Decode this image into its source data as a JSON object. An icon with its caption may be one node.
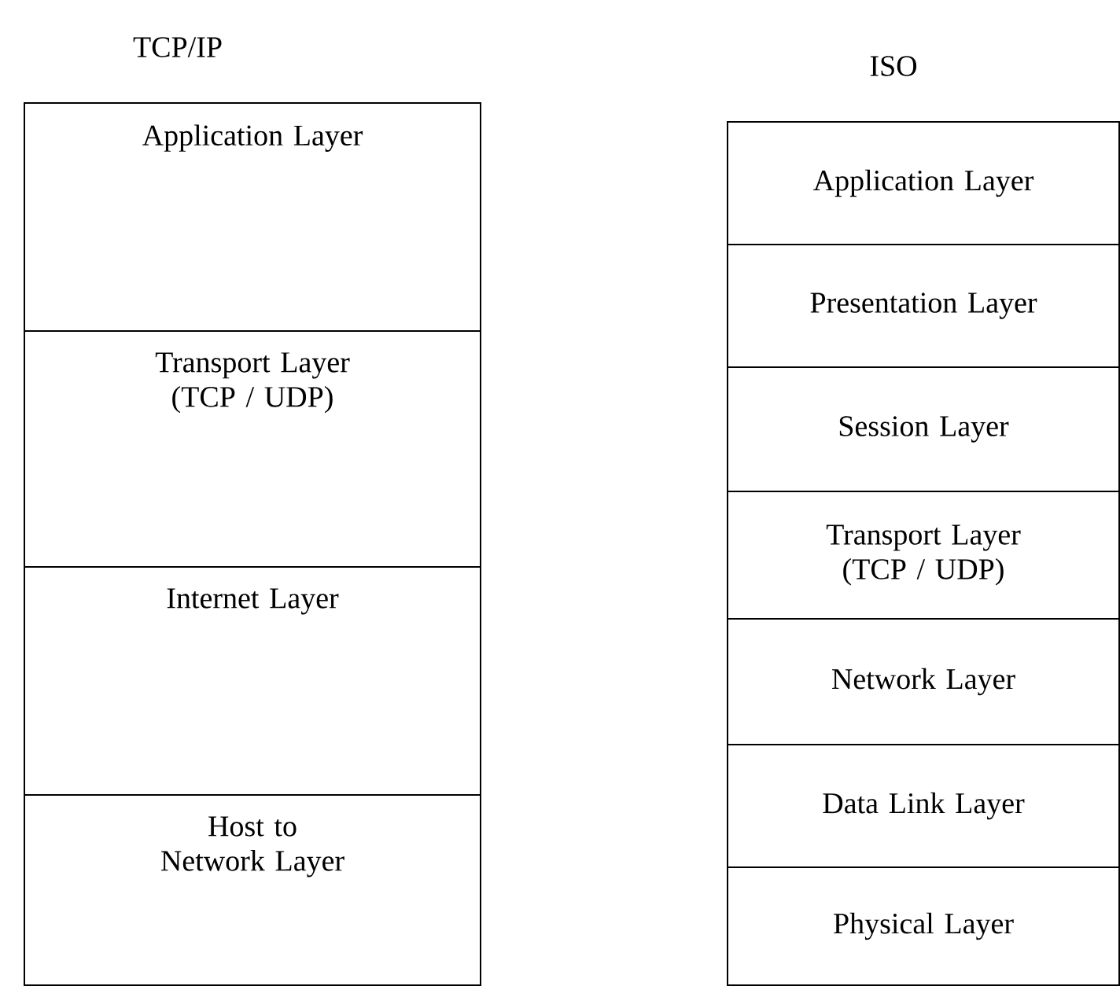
{
  "diagram": {
    "nodes": [
      {
        "text": [
          "Application Layer"
        ]
      },
      {
        "text": [
          "Transport Layer (TCP / UDP)"
        ]
      },
      {
        "text": [
          "Internet Layer"
        ]
      },
      {
        "text": [
          "Host to Network Layer"
        ]
      },
      {
        "text": [
          "Application Layer"
        ]
      },
      {
        "text": [
          "Presentation Layer"
        ]
      },
      {
        "text": [
          "Session Layer"
        ]
      },
      {
        "text": [
          "Transport Layer (TCP / UDP)"
        ]
      },
      {
        "text": [
          "Network Layer"
        ]
      },
      {
        "text": [
          "Data Link Layer"
        ]
      },
      {
        "text": [
          "Physical Layer"
        ]
      }
    ],
    "labels": [
      "TCP/IP",
      "ISO"
    ]
  }
}
